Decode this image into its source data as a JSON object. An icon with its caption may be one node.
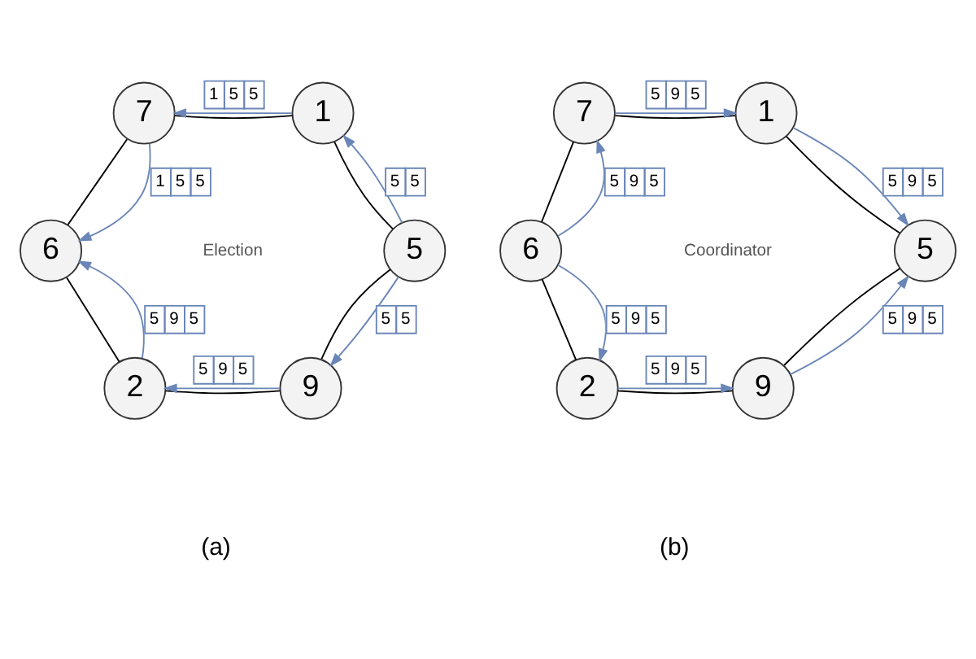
{
  "diagram": {
    "nodes": [
      {
        "text": [
          "7"
        ]
      },
      {
        "text": [
          "1"
        ]
      },
      {
        "text": [
          "6"
        ]
      },
      {
        "text": [
          "5"
        ]
      },
      {
        "text": [
          "2"
        ]
      },
      {
        "text": [
          "9"
        ]
      },
      {
        "text": [
          "7"
        ]
      },
      {
        "text": [
          "1"
        ]
      },
      {
        "text": [
          "6"
        ]
      },
      {
        "text": [
          "5"
        ]
      },
      {
        "text": [
          "2"
        ]
      },
      {
        "text": [
          "9"
        ]
      }
    ],
    "edges": [
      {
        "from": 0,
        "to": 1,
        "arrow": "none"
      },
      {
        "from": 0,
        "to": 2,
        "arrow": "none"
      },
      {
        "from": 1,
        "to": 3,
        "arrow": "none"
      },
      {
        "from": 2,
        "to": 4,
        "arrow": "none"
      },
      {
        "from": 3,
        "to": 5,
        "arrow": "none"
      },
      {
        "from": 4,
        "to": 5,
        "arrow": "none"
      },
      {
        "from": 1,
        "to": 0,
        "arrow": "to",
        "label": "1 5 5",
        "color": "#6a86b8"
      },
      {
        "from": 0,
        "to": 2,
        "arrow": "to",
        "label": "1 5 5",
        "color": "#6a86b8"
      },
      {
        "from": 3,
        "to": 1,
        "arrow": "to",
        "label": "5 5",
        "color": "#6a86b8"
      },
      {
        "from": 4,
        "to": 2,
        "arrow": "to",
        "label": "5 9 5",
        "color": "#6a86b8"
      },
      {
        "from": 3,
        "to": 5,
        "arrow": "to",
        "label": "5 5",
        "color": "#6a86b8"
      },
      {
        "from": 5,
        "to": 4,
        "arrow": "to",
        "label": "5 9 5",
        "color": "#6a86b8"
      },
      {
        "from": 6,
        "to": 7,
        "arrow": "none"
      },
      {
        "from": 6,
        "to": 8,
        "arrow": "none"
      },
      {
        "from": 7,
        "to": 9,
        "arrow": "none"
      },
      {
        "from": 8,
        "to": 10,
        "arrow": "none"
      },
      {
        "from": 9,
        "to": 11,
        "arrow": "none"
      },
      {
        "from": 10,
        "to": 11,
        "arrow": "none"
      },
      {
        "from": 6,
        "to": 7,
        "arrow": "to",
        "label": "5 9 5",
        "color": "#6a86b8"
      },
      {
        "from": 8,
        "to": 6,
        "arrow": "to",
        "label": "5 9 5",
        "color": "#6a86b8"
      },
      {
        "from": 7,
        "to": 9,
        "arrow": "to",
        "label": "5 9 5",
        "color": "#6a86b8"
      },
      {
        "from": 8,
        "to": 10,
        "arrow": "to",
        "label": "5 9 5",
        "color": "#6a86b8"
      },
      {
        "from": 11,
        "to": 9,
        "arrow": "to",
        "label": "5 9 5",
        "color": "#6a86b8"
      },
      {
        "from": 10,
        "to": 11,
        "arrow": "to",
        "label": "5 9 5",
        "color": "#6a86b8"
      }
    ],
    "labels": [
      "Election",
      "Coordinator",
      "(a)",
      "(b)"
    ]
  }
}
